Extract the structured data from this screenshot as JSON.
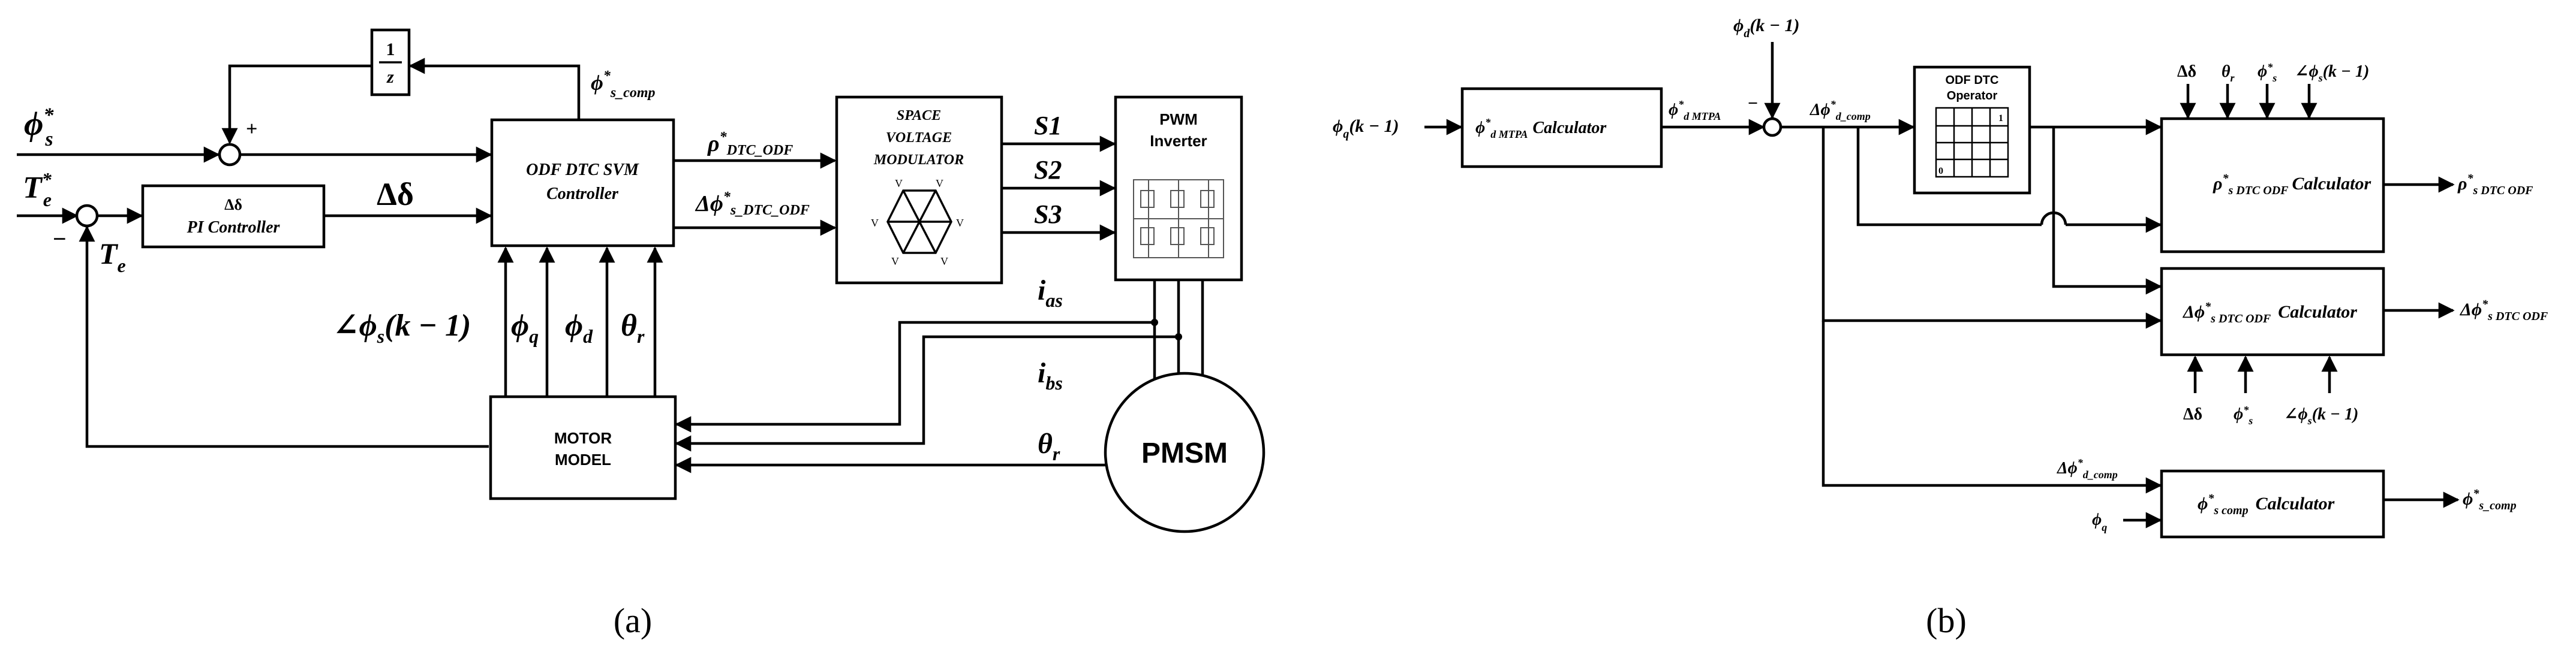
{
  "panel_a": {
    "caption": "(a)",
    "half_num": "1",
    "half_den": "z",
    "phi_s_star": "ϕ",
    "phi_s_star_sub": "s",
    "phi_s_comp_sub": "s_comp",
    "Te_star": "T",
    "Te_sub": "e",
    "Te": "T",
    "plus": "+",
    "minus": "−",
    "pi_ctrl_line1": "Δδ",
    "pi_ctrl_line2": "PI Controller",
    "delta_delta": "Δδ",
    "odf_line1": "ODF DTC SVM",
    "odf_line2": "Controller",
    "rho_label": "ρ",
    "rho_sub": "DTC_ODF",
    "dphi_label": "Δϕ",
    "dphi_sub": "s_DTC_ODF",
    "svm_line1": "SPACE",
    "svm_line2": "VOLTAGE",
    "svm_line3": "MODULATOR",
    "s1": "S1",
    "s2": "S2",
    "s3": "S3",
    "pwm_line1": "PWM",
    "pwm_line2": "Inverter",
    "angle_phi": "∠ϕ",
    "angle_phi_rest": "(k − 1)",
    "phi_q": "ϕ",
    "phi_d": "ϕ",
    "theta_r": "θ",
    "i_as": "i",
    "i_as_sub": "as",
    "i_bs": "i",
    "i_bs_sub": "bs",
    "theta_r2": "θ",
    "motor_line1": "MOTOR",
    "motor_line2": "MODEL",
    "pmsm": "PMSM",
    "hex_labels": [
      "V",
      "V",
      "V",
      "V",
      "V",
      "V"
    ]
  },
  "panel_b": {
    "caption": "(b)",
    "phi_q_km1": "ϕ",
    "mtpa_calc": "Calculator",
    "phi_d_mtpa": "ϕ",
    "phi_d_km1": "ϕ",
    "dphi_d_comp": "Δϕ",
    "odf_op_line1": "ODF DTC",
    "odf_op_line2": "Operator",
    "op_one": "1",
    "op_zero": "0",
    "rho_calc": "Calculator",
    "dphi_calc": "Calculator",
    "phi_s_comp_calc": "Calculator",
    "top_inputs": [
      "Δδ",
      "θ",
      "ϕ",
      "∠ϕ"
    ],
    "bottom_inputs": [
      "Δδ",
      "ϕ",
      "∠ϕ"
    ],
    "phi_q_in": "ϕ",
    "minus": "−"
  }
}
